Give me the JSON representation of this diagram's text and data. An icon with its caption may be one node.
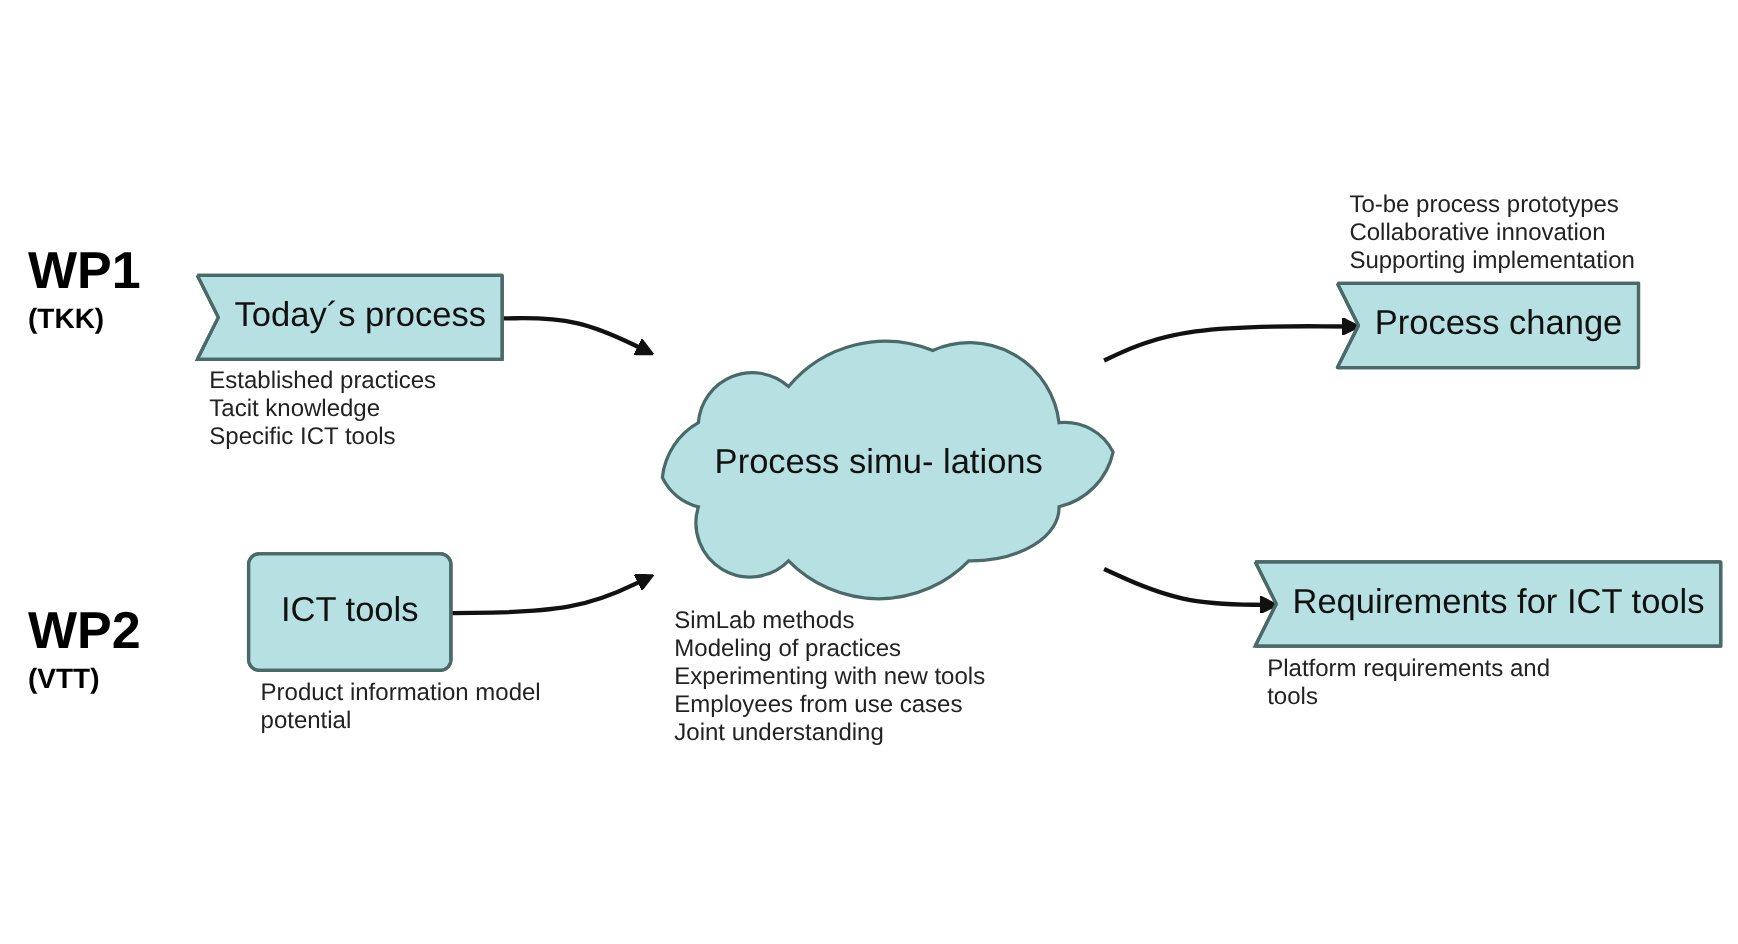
{
  "diagram": {
    "nodes": [
      {
        "text": [
          "Today´s process"
        ],
        "beside": [
          "Established practices",
          "Tacit knowledge",
          "Specific ICT tools"
        ]
      },
      {
        "text": [
          "Process simu- lations"
        ],
        "beside": [
          "SimLab methods",
          "Modeling of practices",
          "Experimenting with new tools",
          "Employees from use cases",
          "Joint understanding"
        ]
      },
      {
        "text": [
          "Process change"
        ],
        "beside": [
          "To-be process prototypes",
          "Collaborative innovation",
          "Supporting implementation"
        ]
      },
      {
        "text": [
          "ICT tools"
        ],
        "beside": [
          "Product information model potential"
        ]
      },
      {
        "text": [
          "Requirements for ICT tools"
        ],
        "beside": [
          "Platform requirements and tools"
        ]
      }
    ],
    "edges": [
      {
        "from": 0,
        "to": 1,
        "arrow": "to"
      },
      {
        "from": 3,
        "to": 1,
        "arrow": "to"
      },
      {
        "from": 1,
        "to": 2,
        "arrow": "to"
      },
      {
        "from": 1,
        "to": 4,
        "arrow": "to"
      }
    ],
    "labels": [
      "WP1",
      "(TKK)",
      "WP2",
      "(VTT)"
    ]
  }
}
